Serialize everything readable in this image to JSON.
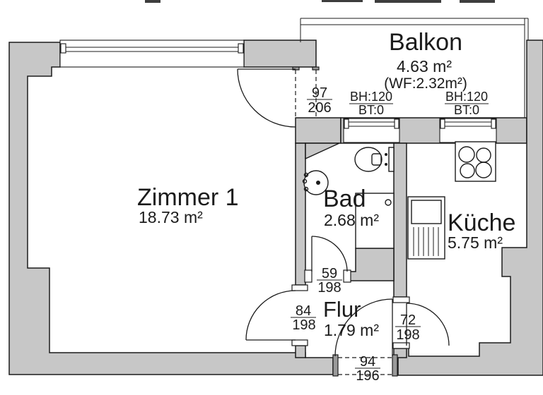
{
  "rooms": {
    "zimmer1": {
      "name": "Zimmer 1",
      "area": "18.73 m²"
    },
    "balkon": {
      "name": "Balkon",
      "area": "4.63 m²",
      "note": "(WF:2.32m²)"
    },
    "bad": {
      "name": "Bad",
      "area": "2.68 m²"
    },
    "kueche": {
      "name": "Küche",
      "area": "5.75 m²"
    },
    "flur": {
      "name": "Flur",
      "area": "1.79 m²"
    }
  },
  "doors": {
    "balkon": {
      "width": "97",
      "height": "206"
    },
    "bad": {
      "width": "59",
      "height": "198"
    },
    "zimmer1": {
      "width": "84",
      "height": "198"
    },
    "kueche": {
      "width": "72",
      "height": "198"
    },
    "entrance": {
      "width": "94",
      "height": "196"
    }
  },
  "windows": {
    "balkon_left": {
      "top": "BH:120",
      "bottom": "BT:0"
    },
    "balkon_right": {
      "top": "BH:120",
      "bottom": "BT:0"
    }
  },
  "fixtures": [
    "toilet",
    "washbasin",
    "shower-tray",
    "cooktop",
    "kitchen-unit"
  ],
  "colors": {
    "wall": "#c7c7c7",
    "line": "#1b1b1b",
    "bg": "#ffffff"
  }
}
